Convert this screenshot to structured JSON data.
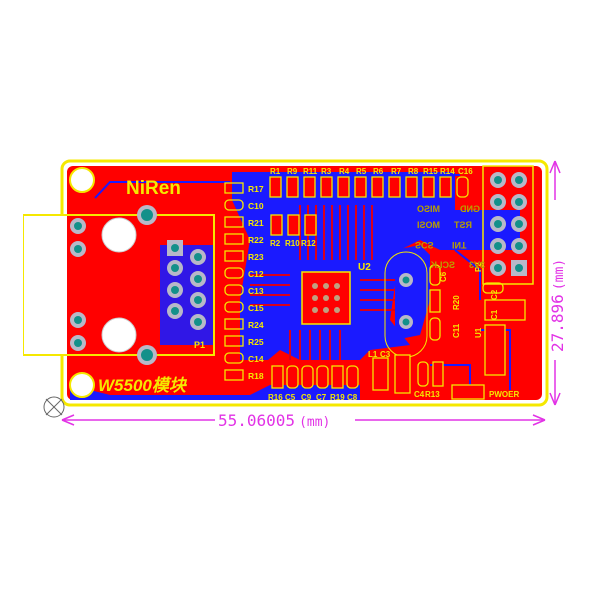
{
  "board": {
    "brand": "NiRen",
    "module_label": "W5500模块",
    "colors": {
      "board_red": "#ff0000",
      "copper_blue": "#1a1aff",
      "trace_red": "#d8001c",
      "silk_yellow": "#f5e800",
      "dimension_magenta": "#e233e6",
      "pad_teal": "#13908a",
      "pad_ring": "#b8b8c8"
    }
  },
  "dimensions": {
    "width_value": "55.06005",
    "width_unit": "(mm)",
    "height_value": "27.896",
    "height_unit": "(mm)"
  },
  "components": {
    "top_row": [
      "R1",
      "R9",
      "R11",
      "R3",
      "R4",
      "R5",
      "R6",
      "R7",
      "R8",
      "R15",
      "R14",
      "C16"
    ],
    "left_column": [
      "R17",
      "C10",
      "R21",
      "R22",
      "R23",
      "C12",
      "C13",
      "C15",
      "R24",
      "R25",
      "C14",
      "R18"
    ],
    "middle_row": [
      "R2",
      "R10",
      "R12"
    ],
    "bottom_row": [
      "R16",
      "C5",
      "C9",
      "C7",
      "R19",
      "C8"
    ],
    "ic": "U2",
    "connector": "P1",
    "header": "P2",
    "regulator": "U1",
    "right_parts": [
      "C6",
      "R20",
      "C11",
      "C2",
      "C1",
      "L1",
      "C3",
      "C4",
      "R13"
    ],
    "power_label": "PWOER"
  },
  "bottom_silk": [
    "MISO",
    "GND",
    "MOSI",
    "RST",
    "SCS",
    "INT",
    "SCLK",
    "3V3"
  ]
}
